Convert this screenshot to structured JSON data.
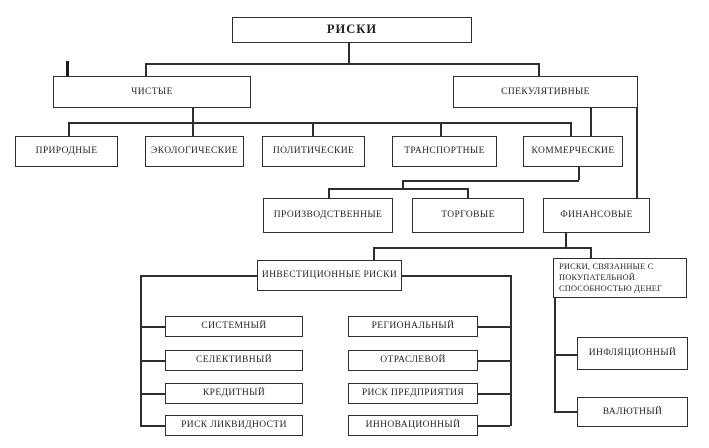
{
  "diagram": {
    "title": "РИСКИ",
    "colors": {
      "background": "#ffffff",
      "line": "#2e2e2e",
      "box_fill": "#ffffff",
      "text": "#1f1f1f"
    },
    "nodes": [
      {
        "id": "riski",
        "label": "РИСКИ"
      },
      {
        "id": "chistye",
        "label": "ЧИСТЫЕ"
      },
      {
        "id": "spekulyativnye",
        "label": "СПЕКУЛЯТИВНЫЕ"
      },
      {
        "id": "prirodnye",
        "label": "ПРИРОДНЫЕ"
      },
      {
        "id": "ekologicheskie",
        "label": "ЭКОЛОГИЧЕСКИЕ"
      },
      {
        "id": "politicheskie",
        "label": "ПОЛИТИЧЕСКИЕ"
      },
      {
        "id": "transportnye",
        "label": "ТРАНСПОРТНЫЕ"
      },
      {
        "id": "kommercheskie",
        "label": "КОММЕРЧЕСКИЕ"
      },
      {
        "id": "proizvodstvennye",
        "label": "ПРОИЗВОДСТВЕННЫЕ"
      },
      {
        "id": "torgovye",
        "label": "ТОРГОВЫЕ"
      },
      {
        "id": "finansovye",
        "label": "ФИНАНСОВЫЕ"
      },
      {
        "id": "investicionnye",
        "label": "ИНВЕСТИЦИОННЫЕ РИСКИ"
      },
      {
        "id": "pokupatelnye",
        "label": "РИСКИ, СВЯЗАННЫЕ С\nПОКУПАТЕЛЬНОЙ\nСПОСОБНОСТЬЮ ДЕНЕГ"
      },
      {
        "id": "sistemnyj",
        "label": "СИСТЕМНЫЙ"
      },
      {
        "id": "selektivnyj",
        "label": "СЕЛЕКТИВНЫЙ"
      },
      {
        "id": "kreditnyj",
        "label": "КРЕДИТНЫЙ"
      },
      {
        "id": "risk-likvidnosti",
        "label": "РИСК ЛИКВИДНОСТИ"
      },
      {
        "id": "regionalnyj",
        "label": "РЕГИОНАЛЬНЫЙ"
      },
      {
        "id": "otraslevoj",
        "label": "ОТРАСЛЕВОЙ"
      },
      {
        "id": "risk-predpriyatiya",
        "label": "РИСК ПРЕДПРИЯТИЯ"
      },
      {
        "id": "innovacionnyj",
        "label": "ИННОВАЦИОННЫЙ"
      },
      {
        "id": "inflyacionnyj",
        "label": "ИНФЛЯЦИОННЫЙ"
      },
      {
        "id": "valyutnyj",
        "label": "ВАЛЮТНЫЙ"
      }
    ],
    "edges": [
      [
        "riski",
        "chistye"
      ],
      [
        "riski",
        "spekulyativnye"
      ],
      [
        "chistye",
        "prirodnye"
      ],
      [
        "chistye",
        "ekologicheskie"
      ],
      [
        "chistye",
        "politicheskie"
      ],
      [
        "chistye",
        "transportnye"
      ],
      [
        "chistye",
        "kommercheskie"
      ],
      [
        "spekulyativnye",
        "kommercheskie"
      ],
      [
        "spekulyativnye",
        "finansovye"
      ],
      [
        "kommercheskie",
        "proizvodstvennye"
      ],
      [
        "kommercheskie",
        "torgovye"
      ],
      [
        "finansovye",
        "investicionnye"
      ],
      [
        "finansovye",
        "pokupatelnye"
      ],
      [
        "investicionnye",
        "sistemnyj"
      ],
      [
        "investicionnye",
        "selektivnyj"
      ],
      [
        "investicionnye",
        "kreditnyj"
      ],
      [
        "investicionnye",
        "risk-likvidnosti"
      ],
      [
        "investicionnye",
        "regionalnyj"
      ],
      [
        "investicionnye",
        "otraslevoj"
      ],
      [
        "investicionnye",
        "risk-predpriyatiya"
      ],
      [
        "investicionnye",
        "innovacionnyj"
      ],
      [
        "pokupatelnye",
        "inflyacionnyj"
      ],
      [
        "pokupatelnye",
        "valyutnyj"
      ]
    ]
  }
}
